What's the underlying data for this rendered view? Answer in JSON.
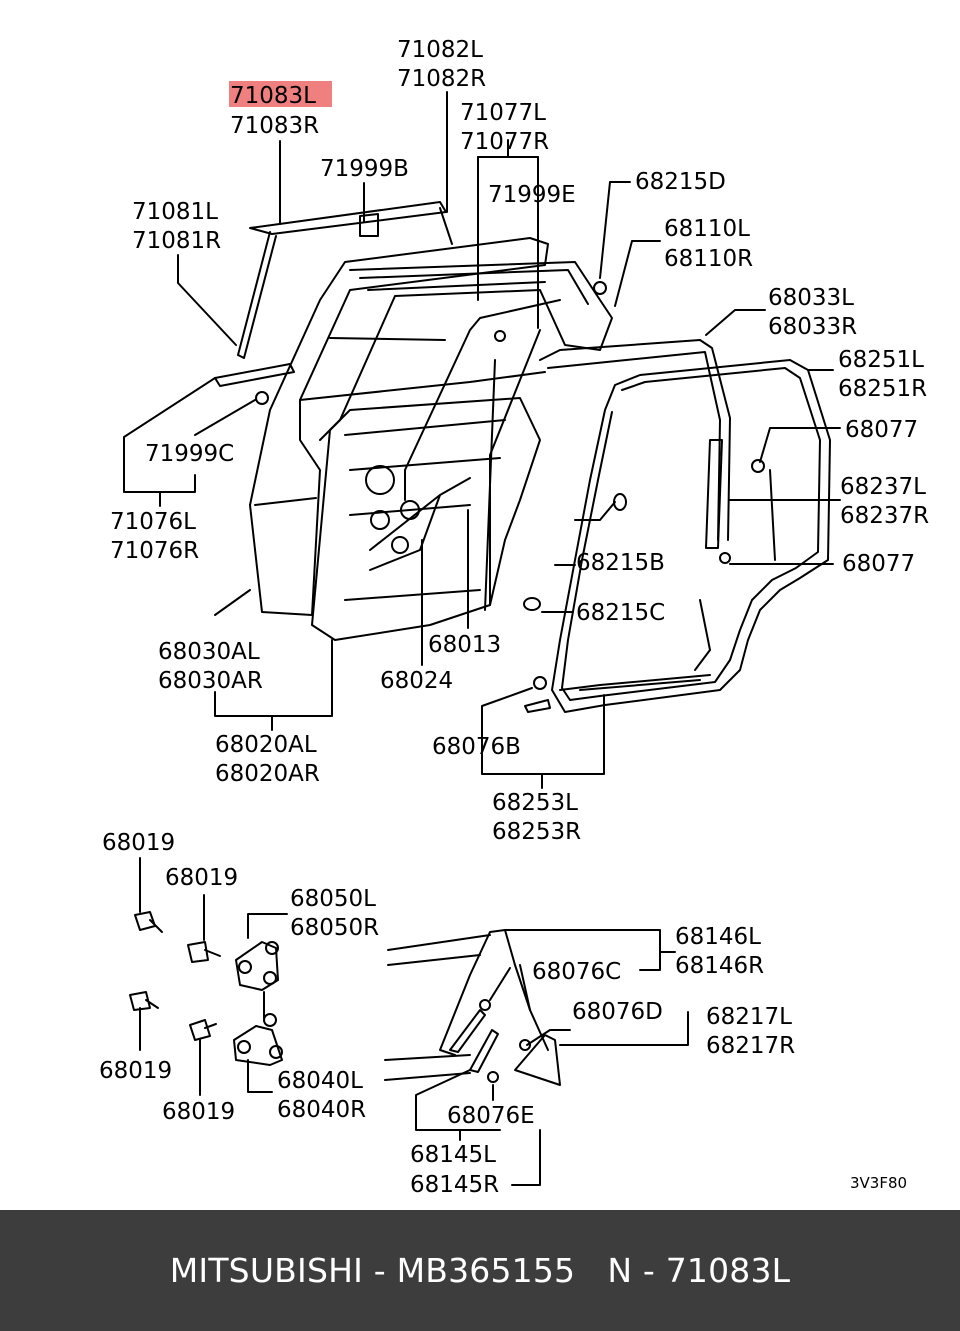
{
  "highlight_color": "#f08080",
  "callouts": {
    "c71082": [
      "71082L",
      "71082R"
    ],
    "c71083": [
      "71083L",
      "71083R"
    ],
    "c71077": [
      "71077L",
      "71077R"
    ],
    "c71999B": "71999B",
    "c68215D": "68215D",
    "c71999E": "71999E",
    "c71081": [
      "71081L",
      "71081R"
    ],
    "c68110": [
      "68110L",
      "68110R"
    ],
    "c68033": [
      "68033L",
      "68033R"
    ],
    "c68251": [
      "68251L",
      "68251R"
    ],
    "c71999C": "71999C",
    "c68077a": "68077",
    "c68237": [
      "68237L",
      "68237R"
    ],
    "c71076": [
      "71076L",
      "71076R"
    ],
    "c68215B": "68215B",
    "c68077b": "68077",
    "c68215C": "68215C",
    "c68030": [
      "68030AL",
      "68030AR"
    ],
    "c68013": "68013",
    "c68024": "68024",
    "c68076B": "68076B",
    "c68020": [
      "68020AL",
      "68020AR"
    ],
    "c68253": [
      "68253L",
      "68253R"
    ],
    "c68019a": "68019",
    "c68019b": "68019",
    "c68019c": "68019",
    "c68019d": "68019",
    "c68050": [
      "68050L",
      "68050R"
    ],
    "c68146": [
      "68146L",
      "68146R"
    ],
    "c68076C": "68076C",
    "c68076D": "68076D",
    "c68217": [
      "68217L",
      "68217R"
    ],
    "c68040": [
      "68040L",
      "68040R"
    ],
    "c68076E": "68076E",
    "c68145": [
      "68145L",
      "68145R"
    ]
  },
  "diagram_code": "3V3F80",
  "footer": {
    "brand": "MITSUBISHI",
    "part_number": "MB365155",
    "ref": "N - 71083L"
  }
}
